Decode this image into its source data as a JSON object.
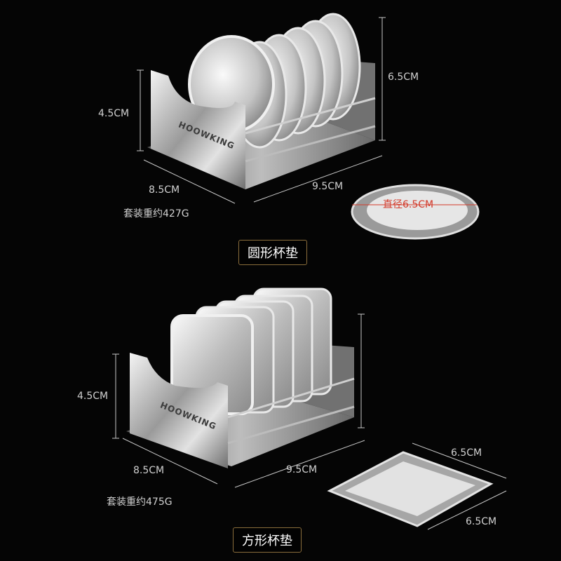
{
  "round": {
    "dim_height": "6.5CM",
    "dim_side_height": "4.5CM",
    "dim_width": "8.5CM",
    "dim_length": "9.5CM",
    "weight": "套装重约427G",
    "diameter": "直径6.5CM",
    "caption": "圆形杯垫",
    "brand": "HOOWKING"
  },
  "square": {
    "dim_side_height": "4.5CM",
    "dim_width": "8.5CM",
    "dim_length": "9.5CM",
    "weight": "套装重约475G",
    "dim_coaster_a": "6.5CM",
    "dim_coaster_b": "6.5CM",
    "caption": "方形杯垫",
    "brand": "HOOWKING"
  }
}
